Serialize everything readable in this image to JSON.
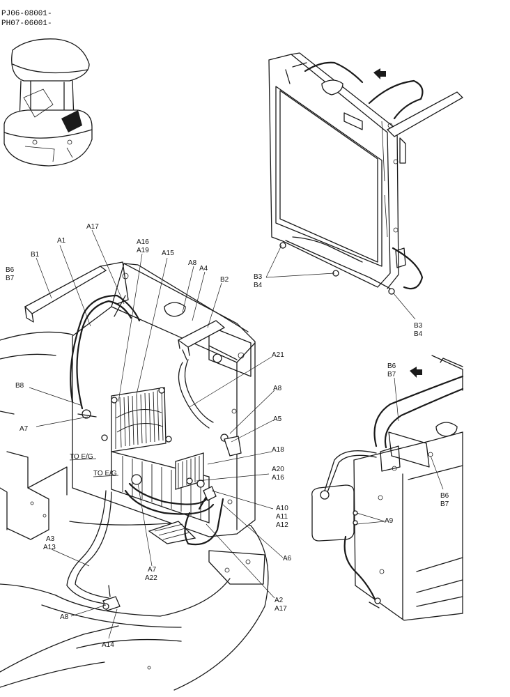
{
  "header": {
    "line1": "PJ06-08001-",
    "line2": "PH07-06001-"
  },
  "labels": {
    "A1": "A1",
    "A17_top": "A17",
    "A16_top": "A16",
    "A19": "A19",
    "A15": "A15",
    "A8_top": "A8",
    "A4": "A4",
    "B2": "B2",
    "B1": "B1",
    "B6_left": "B6",
    "B7_left": "B7",
    "B8": "B8",
    "A7_left": "A7",
    "A21": "A21",
    "A8_mid": "A8",
    "A5": "A5",
    "A18": "A18",
    "A20": "A20",
    "A16_mid": "A16",
    "A10": "A10",
    "A11": "A11",
    "A12": "A12",
    "A6": "A6",
    "A7_bot": "A7",
    "A22": "A22",
    "A2": "A2",
    "A17_bot": "A17",
    "A3": "A3",
    "A13": "A13",
    "A8_bot": "A8",
    "A14": "A14",
    "B3_a": "B3",
    "B4_a": "B4",
    "B3_b": "B3",
    "B4_b": "B4",
    "B6_right_top": "B6",
    "B7_right_top": "B7",
    "B6_right": "B6",
    "B7_right": "B7",
    "A9": "A9"
  },
  "annotations": {
    "to_eg_1": "TO E/G",
    "to_eg_2": "TO E/G"
  }
}
